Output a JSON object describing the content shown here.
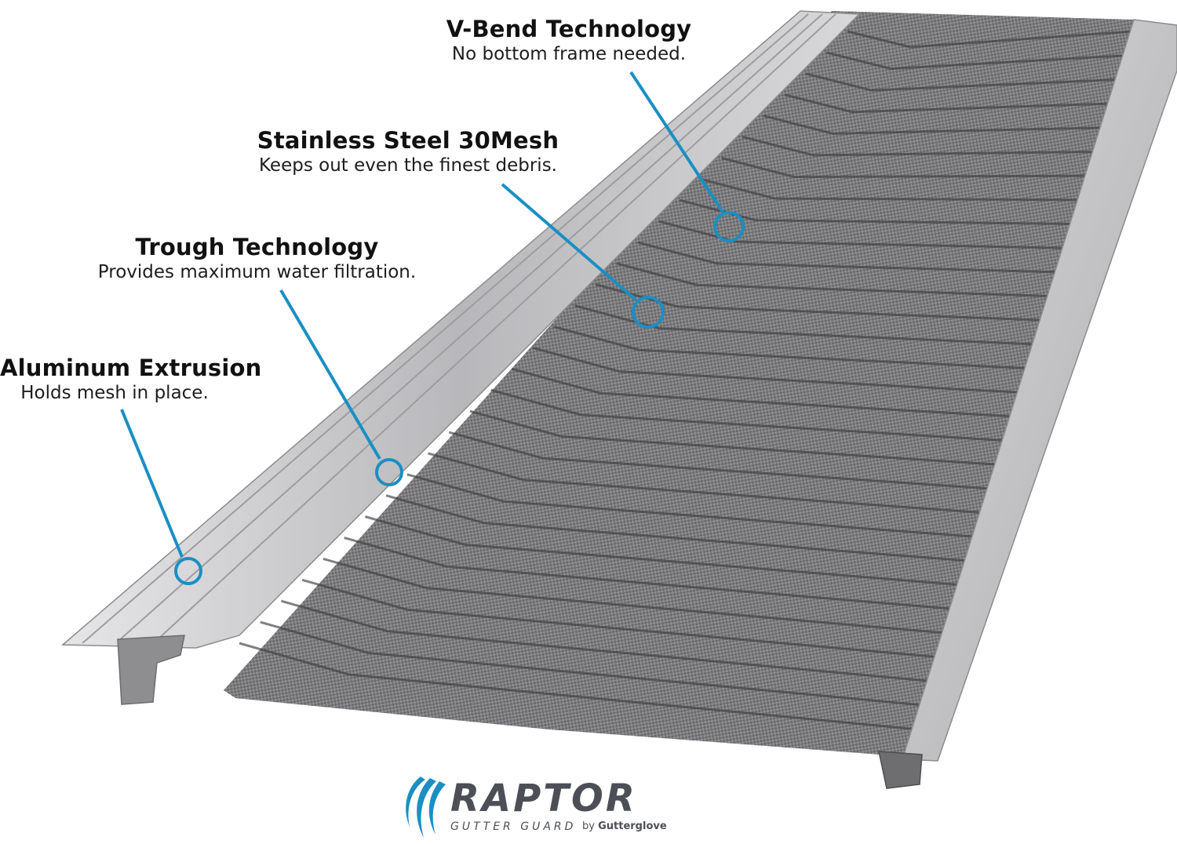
{
  "callouts": [
    {
      "title": "V-Bend Technology",
      "subtitle": "No bottom frame needed."
    },
    {
      "title": "Stainless Steel 30Mesh",
      "subtitle": "Keeps out even the finest debris."
    },
    {
      "title": "Trough Technology",
      "subtitle": "Provides maximum water filtration."
    },
    {
      "title": "Aluminum Extrusion",
      "subtitle": "Holds mesh in place."
    }
  ],
  "logo": {
    "name": "RAPTOR",
    "tagline": "GUTTER GUARD",
    "by_prefix": "by",
    "by_brand": "Gutterglove",
    "mark_icon": "claw-scratch-icon"
  },
  "colors": {
    "callout_line": "#1a8fc3",
    "aluminum": "#c9c9cb",
    "mesh": "#6e6e70",
    "logo_text": "#4c4f56",
    "logo_mark": "#1a8fc3"
  }
}
